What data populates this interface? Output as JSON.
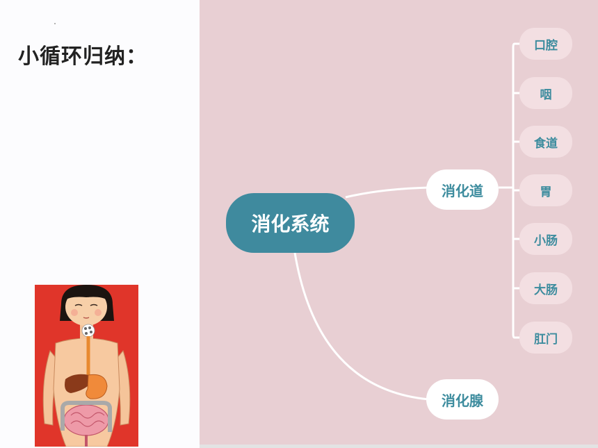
{
  "slide": {
    "heading": "小循环归纳："
  },
  "mindmap": {
    "root": "消化系统",
    "branches": [
      {
        "label": "消化道",
        "children": [
          "口腔",
          "咽",
          "食道",
          "胃",
          "小肠",
          "大肠",
          "肛门"
        ]
      },
      {
        "label": "消化腺",
        "children": []
      }
    ]
  },
  "colors": {
    "root_fill": "#3f8a9e",
    "node_text": "#3d8c9e",
    "panel_background": "#e8cfd3",
    "illustration_background": "#e0352a"
  }
}
